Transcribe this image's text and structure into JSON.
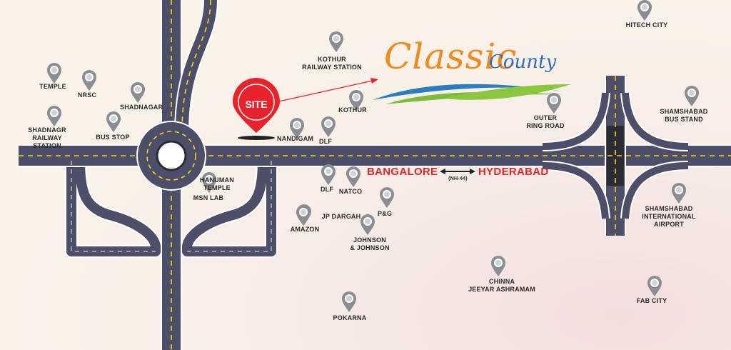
{
  "logo": {
    "line1": "Classic",
    "line2": "County"
  },
  "site": {
    "label": "SITE",
    "color": "#e8232b"
  },
  "highway": {
    "left": "BANGALORE",
    "right": "HYDERABAD",
    "code": "(NH-44)"
  },
  "landmarks": [
    "TEMPLE",
    "NRSC",
    "SHADNAGAR",
    "SHADNAGR\nRAILWAY STATION",
    "BUS STOP",
    "KOTHUR\nRAILWAY STATION",
    "KOTHUR",
    "NANDIGAM",
    "DLF",
    "HANUMAN\nTEMPLE",
    "MSN LAB",
    "DLF",
    "NATCO",
    "P&G",
    "JP DARGAH",
    "AMAZON",
    "JOHNSON\n& JOHNSON",
    "POKARNA",
    "CHINNA\nJEEYAR ASHRAMAM",
    "OUTER\nRING ROAD",
    "HITECH CITY",
    "SHAMSHABAD\nBUS STAND",
    "SHAMSHABAD\nINTERNATIONAL\nAIRPORT",
    "FAB CITY"
  ],
  "colors": {
    "road": "#4d4f69",
    "road_edge": "#ffffff",
    "lane_mark": "#f5d21c",
    "pin": "#8a8d93",
    "accent": "#e8232b",
    "swoosh_blue": "#2a7ec0",
    "swoosh_green": "#7dbb3a"
  }
}
